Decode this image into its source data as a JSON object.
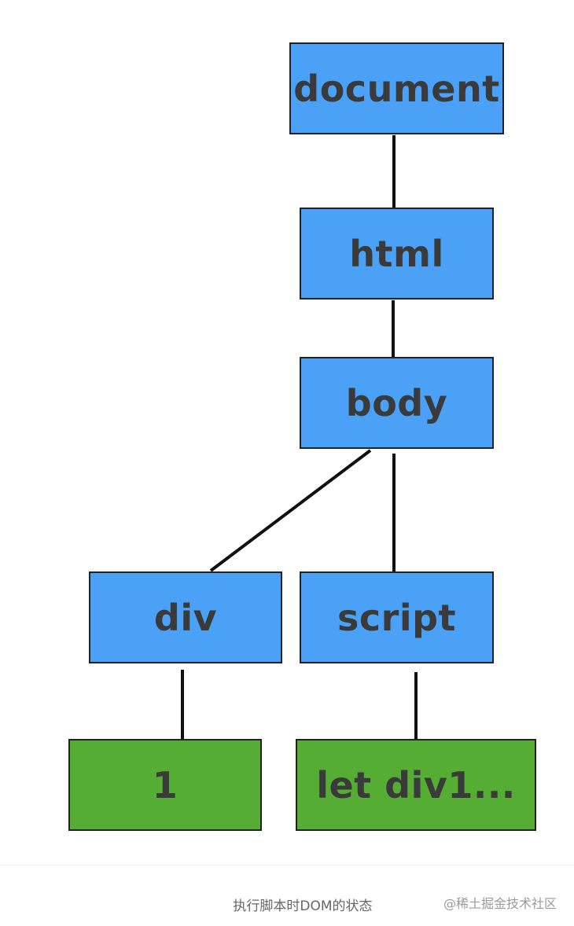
{
  "colors": {
    "element": "#4aa1f5",
    "text_node": "#55ad34",
    "border": "#222222",
    "label": "#3a3a3a"
  },
  "nodes": {
    "document": "document",
    "html": "html",
    "body": "body",
    "div": "div",
    "script": "script",
    "text_1": "1",
    "text_script": "let div1..."
  },
  "caption": "执行脚本时DOM的状态",
  "watermark": "@稀土掘金技术社区"
}
